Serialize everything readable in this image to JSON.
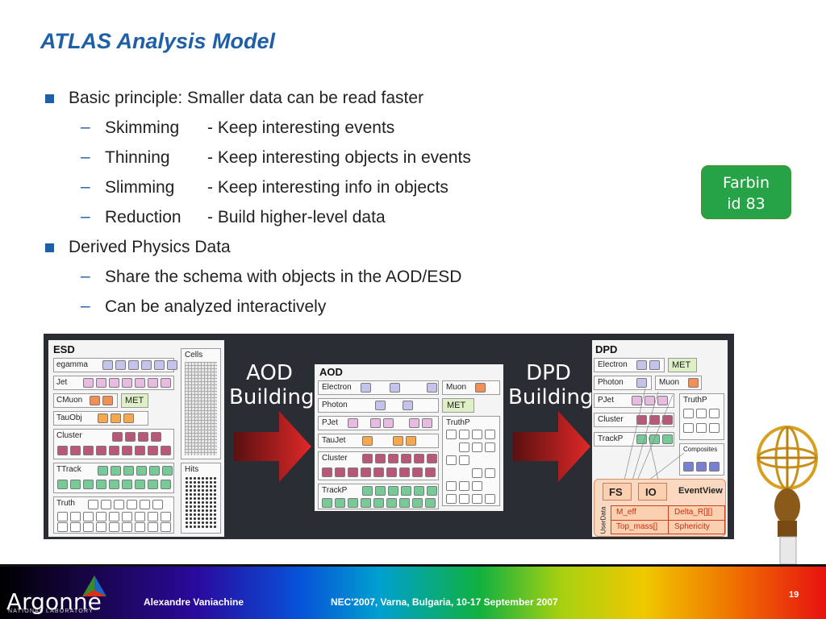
{
  "title": "ATLAS Analysis Model",
  "bullets": {
    "p1": "Basic principle: Smaller data can be read faster",
    "sub1": [
      {
        "term": "Skimming",
        "desc": "- Keep interesting events"
      },
      {
        "term": "Thinning",
        "desc": "- Keep interesting objects in events"
      },
      {
        "term": "Slimming",
        "desc": "- Keep interesting info in objects"
      },
      {
        "term": "Reduction",
        "desc": "- Build higher-level data"
      }
    ],
    "p2": "Derived Physics Data",
    "sub2": [
      "Share the schema with objects in the AOD/ESD",
      "Can be analyzed interactively"
    ]
  },
  "badge": {
    "line1": "Farbin",
    "line2": "id 83"
  },
  "diagram": {
    "esd": {
      "title": "ESD",
      "rows": [
        "egamma",
        "Jet",
        "CMuon",
        "MET",
        "TauObj",
        "Cluster",
        "TTrack",
        "Truth"
      ],
      "cells": "Cells",
      "hits": "Hits"
    },
    "aod_building": {
      "line1": "AOD",
      "line2": "Building"
    },
    "aod": {
      "title": "AOD",
      "rows": [
        "Electron",
        "Photon",
        "PJet",
        "TauJet",
        "Cluster",
        "TrackP",
        "Muon",
        "MET",
        "TruthP"
      ]
    },
    "dpd_building": {
      "line1": "DPD",
      "line2": "Building"
    },
    "dpd": {
      "title": "DPD",
      "rows": [
        "Electron",
        "MET",
        "Photon",
        "Muon",
        "PJet",
        "TruthP",
        "Cluster",
        "TrackP",
        "Composites"
      ],
      "fs": "FS",
      "io": "IO",
      "eventview": "EventView",
      "userdata": "UserData",
      "table": [
        "M_eff",
        "Delta_R[][]",
        "Top_mass[]",
        "Sphericity"
      ]
    }
  },
  "footer": {
    "logo": "Argonne",
    "logo_sub": "NATIONAL LABORATORY",
    "author": "Alexandre Vaniachine",
    "event": "NEC'2007, Varna, Bulgaria, 10-17 September 2007",
    "page": "19"
  }
}
